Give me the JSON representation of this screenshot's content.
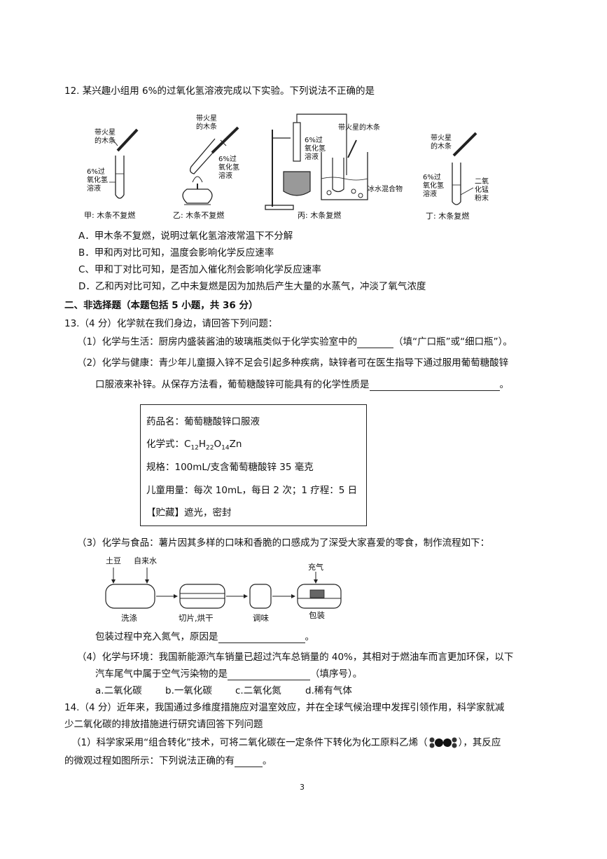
{
  "q12": {
    "stem": "12. 某兴趣小组用 6%的过氧化氢溶液完成以下实验。下列说法不正确的是",
    "fig": {
      "jia_stick": "带火星\n的木条",
      "jia_sol": "6%过\n氧化氢\n溶液",
      "jia_cap": "甲: 木条不复燃",
      "yi_stick": "带火星\n的木条",
      "yi_sol": "6%过\n氧化氢\n溶液",
      "yi_cap": "乙: 木条不复燃",
      "bing_sol": "6%过\n氧化氢\n溶液",
      "bing_stick": "带火星的木条",
      "bing_ice": "冰水混合物",
      "bing_cap": "丙: 木条复燃",
      "ding_stick": "带火星\n的木条",
      "ding_sol": "6%过\n氧化氢\n溶液",
      "ding_mno2": "二氧\n化锰\n粉末",
      "ding_cap": "丁: 木条复燃"
    },
    "options": [
      "A．甲木条不复燃，说明过氧化氢溶液常温下不分解",
      "B．甲和丙对比可知，温度会影响化学反应速率",
      "C、甲和丁对比可知，是否加入催化剂会影响化学反应速率",
      "D．乙和丙对比可知，乙中未复燃是因为加热后产生大量的水蒸气，冲淡了氧气浓度"
    ]
  },
  "section2": "二、非选择题（本题包括 5 小题，共 36 分）",
  "q13": {
    "stem": "13.（4 分）化学就在我们身边，请回答下列问题：",
    "p1_a": "（1）化学与生活：厨房内盛装酱油的玻璃瓶类似于化学实验室中的",
    "p1_b": "（填“广口瓶”或“细口瓶”）。",
    "p2_a": "（2）化学与健康：青少年儿童摄入锌不足会引起多种疾病，缺锌者可在医生指导下通过服用葡萄糖酸锌",
    "p2_b": "口服液来补锌。从保存方法看，葡萄糖酸锌可能具有的化学性质是",
    "p2_end": "。",
    "label": {
      "name": "药品名：葡萄糖酸锌口服液",
      "formula_prefix": "化学式：",
      "formula": "C12H22O14Zn",
      "spec": "规格：100mL/支含葡萄糖酸锌 35 毫克",
      "dose": "儿童用量：每次 10mL，每日 2 次；1 疗程：5 日",
      "store": "【贮藏】遮光，密封"
    },
    "p3": "（3）化学与食品：薯片因其多样的口味和香脆的口感成为了深受大家喜爱的零食，制作流程如下：",
    "flow": {
      "potato": "土豆",
      "water": "自来水",
      "gas": "充气",
      "wash": "洗涤",
      "slice": "切片,烘干",
      "season": "调味",
      "pack": "包装"
    },
    "p3_q": "包装过程中充入氮气，原因是",
    "p3_end": "。",
    "p4_a": "（4）化学与环境：我国新能源汽车销量已超过汽车总销量的 40%，其相对于燃油车而言更加环保，以下",
    "p4_b": "汽车尾气中属于空气污染物的是",
    "p4_c": "（填序号）。",
    "choices": [
      "a.二氧化碳",
      "b.一氧化碳",
      "c.二氧化氮",
      "d.稀有气体"
    ]
  },
  "q14": {
    "stem_a": "14.（4 分）近年来，我国通过多维度措施应对温室效应，并在全球气候治理中发挥引领作用，科学家就减",
    "stem_b": "少二氧化碳的排放措施进行研究请回答下列问题",
    "p1_a": "（1）科学家采用“组合转化”技术，可将二氧化碳在一定条件下转化为化工原料乙烯（",
    "p1_b": "），其反应",
    "p1_c": "的微观过程如图所示：下列说法正确的有",
    "p1_end": "。"
  },
  "page_number": "3"
}
